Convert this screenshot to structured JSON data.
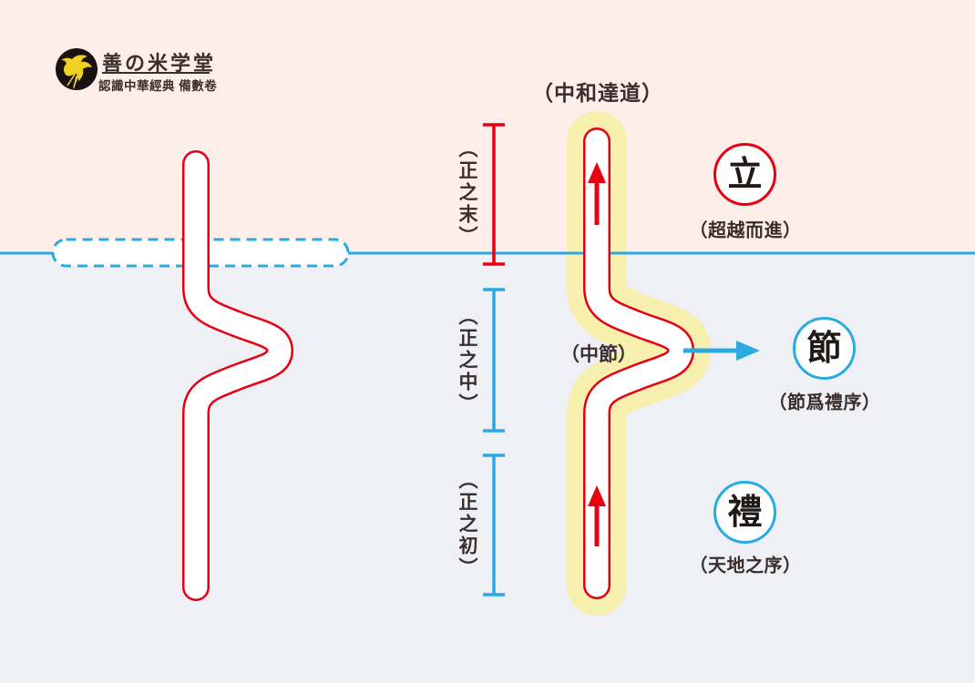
{
  "logo": {
    "icon": "bird-icon",
    "title": "善の米学堂",
    "subtitle": "認識中華經典 備數卷"
  },
  "header": {
    "title": "（中和達道）"
  },
  "section_labels": [
    "（正之末）",
    "（正之中）",
    "（正之初）"
  ],
  "mid_node_label": "（中節）",
  "badges": [
    {
      "char": "立",
      "caption": "（超越而進）",
      "ring_color": "#e60012"
    },
    {
      "char": "節",
      "caption": "（節爲禮序）",
      "ring_color": "#29abe2"
    },
    {
      "char": "禮",
      "caption": "（天地之序）",
      "ring_color": "#29abe2"
    }
  ],
  "colors": {
    "accent_red": "#e60012",
    "accent_blue": "#29abe2",
    "glow_yellow": "#f6efad",
    "background_top": "#fdeeea",
    "background_bottom": "#eef0f5",
    "ink": "#3a2e2c"
  }
}
